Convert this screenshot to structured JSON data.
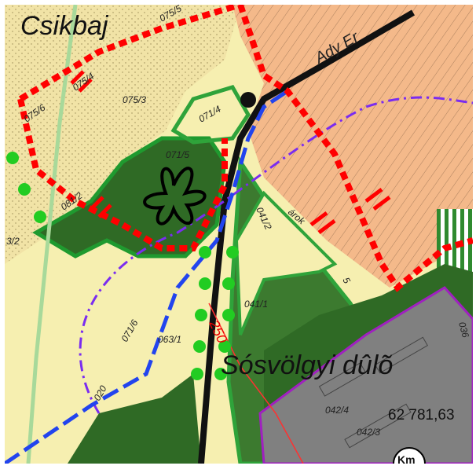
{
  "map": {
    "place_names": {
      "csikbaj": "Csikbaj",
      "sosvolgyi_dulo": "Sósvölgyi dûlõ",
      "ady_street": "Ady Er"
    },
    "area_value": "62 781,63",
    "parcels": [
      "075/5",
      "075/4",
      "075/6",
      "075/3",
      "071/4",
      "071/5",
      "081/2",
      "3/2",
      "041/2",
      "árok",
      "5",
      "041/1",
      "071/6",
      "063/1",
      "020",
      "042/4",
      "042/3",
      "036"
    ],
    "red_annotation": "250",
    "badge_text": "Km"
  },
  "colors": {
    "yellow_land": "#f6efb0",
    "dark_forest": "#2f6a25",
    "forest_green": "#3c7a2f",
    "light_green_border": "#2fa33a",
    "orange_builtup": "#f4b98a",
    "gray_industrial": "#808080",
    "purple_border": "#a020c0",
    "red_boundary": "#ff0000",
    "blue_line": "#2244ee",
    "dashdot_purple": "#7a2cf0"
  }
}
